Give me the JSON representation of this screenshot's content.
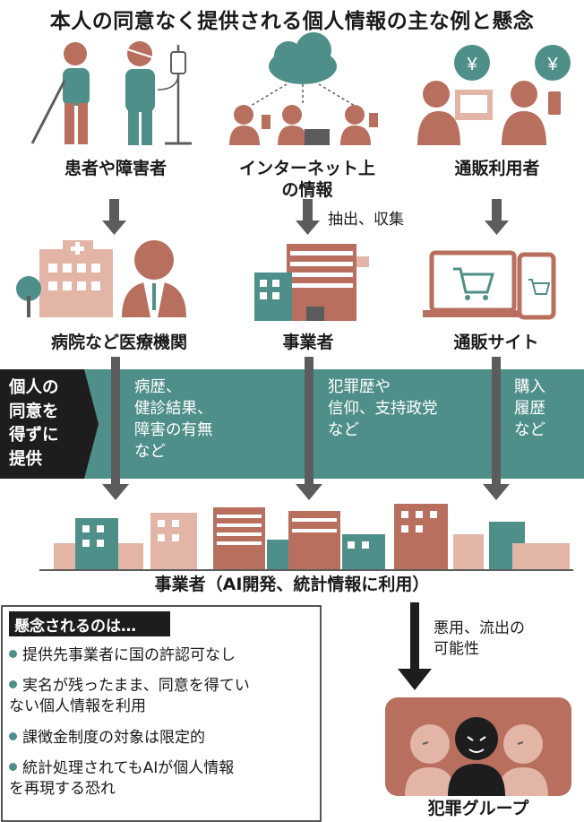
{
  "title": "本人の同意なく提供される個人情報の主な例と懸念",
  "sources": [
    {
      "label": "患者や障害者"
    },
    {
      "label": "インターネット上\nの情報"
    },
    {
      "label": "通販利用者"
    }
  ],
  "yen_symbol": "¥",
  "extract_label": "抽出、収集",
  "holders": [
    {
      "label": "病院など医療機関"
    },
    {
      "label": "事業者"
    },
    {
      "label": "通販サイト"
    }
  ],
  "band": {
    "left_label": "個人の\n同意を\n得ずに\n提供",
    "items": [
      "病歴、\n健診結果、\n障害の有無\nなど",
      "犯罪歴や\n信仰、支持政党\nなど",
      "購入\n履歴\nなど"
    ]
  },
  "recipient_label": "事業者（AI開発、統計情報に利用）",
  "concerns": {
    "heading": "懸念されるのは…",
    "items": [
      "提供先事業者に国の許認可なし",
      "実名が残ったまま、同意を得てい\nない個人情報を利用",
      "課徴金制度の対象は限定的",
      "統計処理されてもAIが個人情報\nを再現する恐れ"
    ]
  },
  "misuse_label": "悪用、流出の\n可能性",
  "criminal_label": "犯罪グループ",
  "colors": {
    "teal": "#4f8f89",
    "brown": "#b86f5e",
    "light_brown": "#e2b5a7",
    "gray": "#5c5c5c",
    "dark": "#1d1d1d",
    "pale": "#f3ddd6"
  }
}
